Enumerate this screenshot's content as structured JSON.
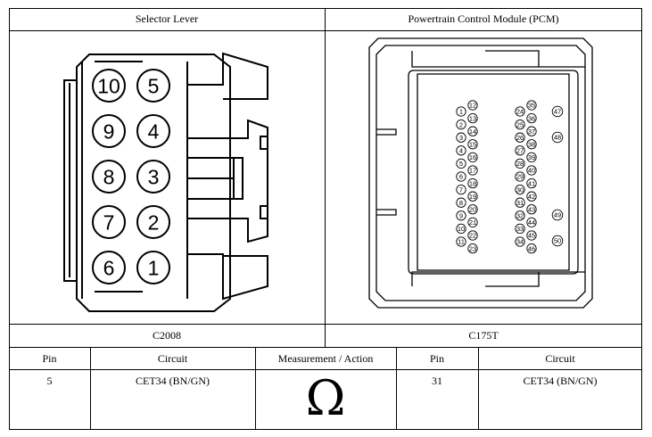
{
  "panels": {
    "left_title": "Selector Lever",
    "right_title": "Powertrain Control Module (PCM)",
    "left_connector": "C2008",
    "right_connector": "C175T"
  },
  "selector_pins": {
    "left_column": [
      "10",
      "9",
      "8",
      "7",
      "6"
    ],
    "right_column": [
      "5",
      "4",
      "3",
      "2",
      "1"
    ]
  },
  "pcm_pins": {
    "col_a": [
      "1",
      "2",
      "3",
      "4",
      "5",
      "6",
      "7",
      "8",
      "9",
      "10",
      "11"
    ],
    "col_b": [
      "12",
      "13",
      "14",
      "15",
      "16",
      "17",
      "18",
      "19",
      "20",
      "21",
      "22",
      "23"
    ],
    "col_c": [
      "24",
      "25",
      "26",
      "27",
      "28",
      "29",
      "30",
      "31",
      "32",
      "33",
      "34"
    ],
    "col_d": [
      "35",
      "36",
      "37",
      "38",
      "39",
      "40",
      "41",
      "42",
      "43",
      "44",
      "45",
      "46"
    ],
    "col_e_top": [
      "47",
      "48"
    ],
    "col_e_bottom": [
      "49",
      "50"
    ]
  },
  "table": {
    "headers": {
      "pin_left": "Pin",
      "circuit_left": "Circuit",
      "measurement": "Measurement / Action",
      "pin_right": "Pin",
      "circuit_right": "Circuit"
    },
    "row": {
      "pin_left": "5",
      "circuit_left": "CET34 (BN/GN)",
      "measurement_symbol": "Ω",
      "pin_right": "31",
      "circuit_right": "CET34 (BN/GN)"
    }
  }
}
